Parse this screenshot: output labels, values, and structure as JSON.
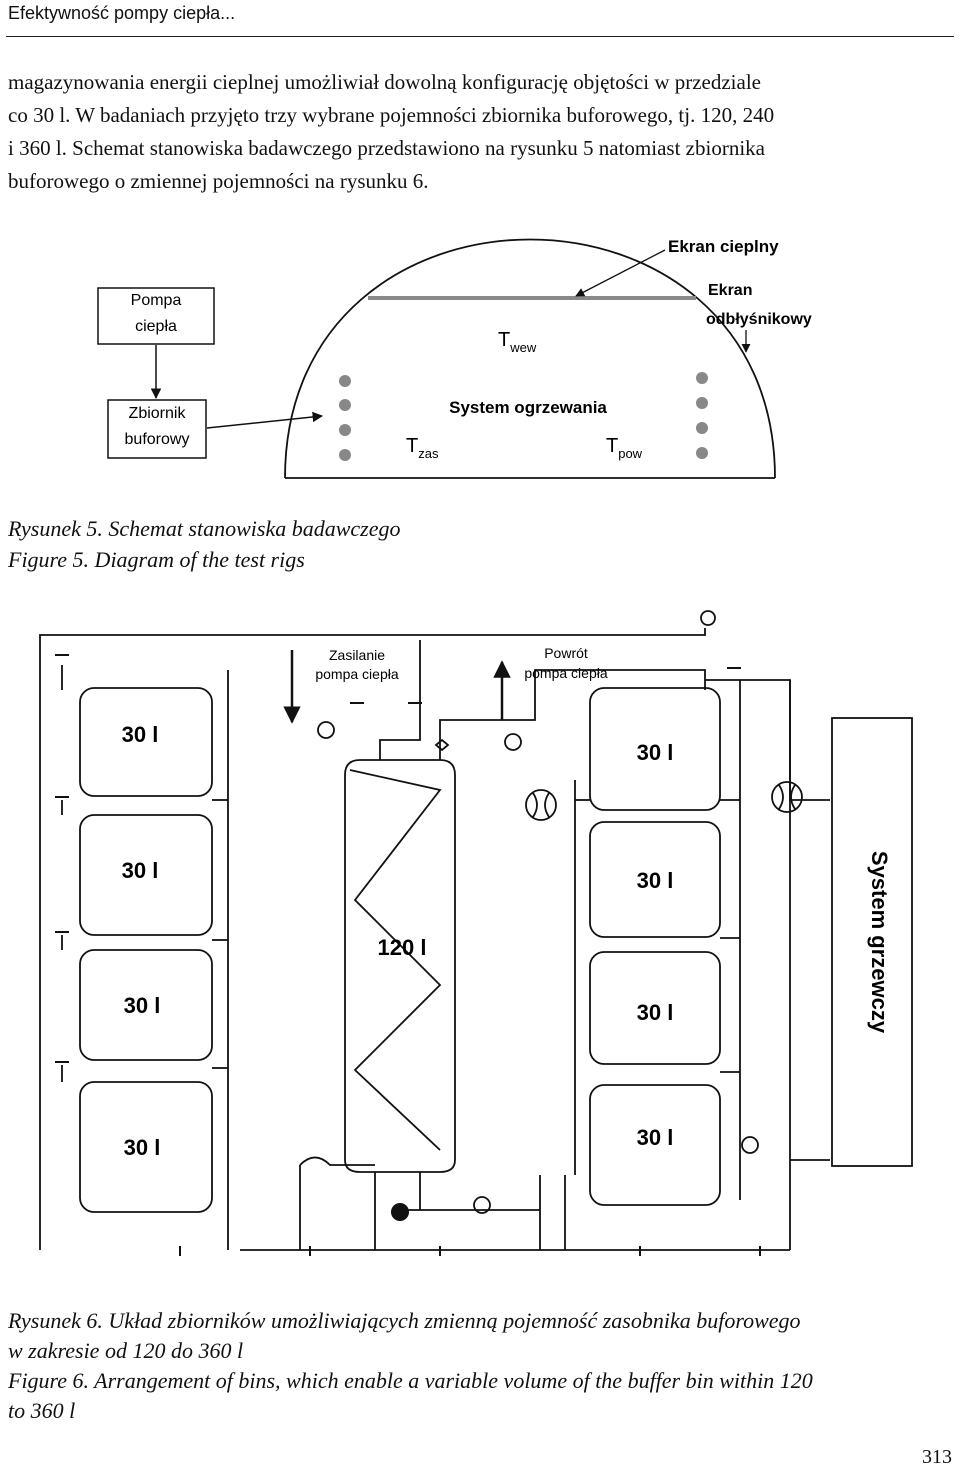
{
  "header": {
    "running_title": "Efektywność pompy ciepła..."
  },
  "body": {
    "lines": [
      "magazynowania energii cieplnej umożliwiał dowolną konfigurację objętości w przedziale",
      "co 30 l. W badaniach przyjęto trzy wybrane pojemności zbiornika buforowego, tj. 120, 240",
      "i 360 l. Schemat stanowiska badawczego przedstawiono na rysunku 5 natomiast zbiornika",
      "buforowego o zmiennej pojemności na rysunku 6."
    ]
  },
  "figure5": {
    "labels": {
      "heat_pump_line1": "Pompa",
      "heat_pump_line2": "ciepła",
      "buffer_line1": "Zbiornik",
      "buffer_line2": "buforowy",
      "thermal_screen": "Ekran cieplny",
      "reflective_screen_line1": "Ekran",
      "reflective_screen_line2": "odbłyśnikowy",
      "t_in": "T",
      "t_in_sub": "wew",
      "heating_system": "System ogrzewania",
      "t_supply": "T",
      "t_supply_sub": "zas",
      "t_return": "T",
      "t_return_sub": "pow"
    },
    "caption_pl": "Rysunek 5. Schemat stanowiska badawczego",
    "caption_en": "Figure 5. Diagram of the test rigs"
  },
  "figure6": {
    "labels": {
      "supply_line1": "Zasilanie",
      "supply_line2": "pompa ciepła",
      "return_line1": "Powrót",
      "return_line2": "pompa ciepła",
      "heating_system": "System grzewczy"
    },
    "left_tanks": [
      "30 l",
      "30 l",
      "30 l",
      "30 l"
    ],
    "right_tanks": [
      "30 l",
      "30 l",
      "30 l",
      "30 l"
    ],
    "center_tank": "120 l",
    "caption_pl_line1": "Rysunek 6. Układ zbiorników umożliwiających zmienną pojemność zasobnika buforowego",
    "caption_pl_line2": "w zakresie od 120 do 360 l",
    "caption_en_line1": "Figure 6. Arrangement of bins, which enable a variable volume of the buffer bin within 120",
    "caption_en_line2": "to 360 l"
  },
  "footer": {
    "page_number": "313"
  }
}
